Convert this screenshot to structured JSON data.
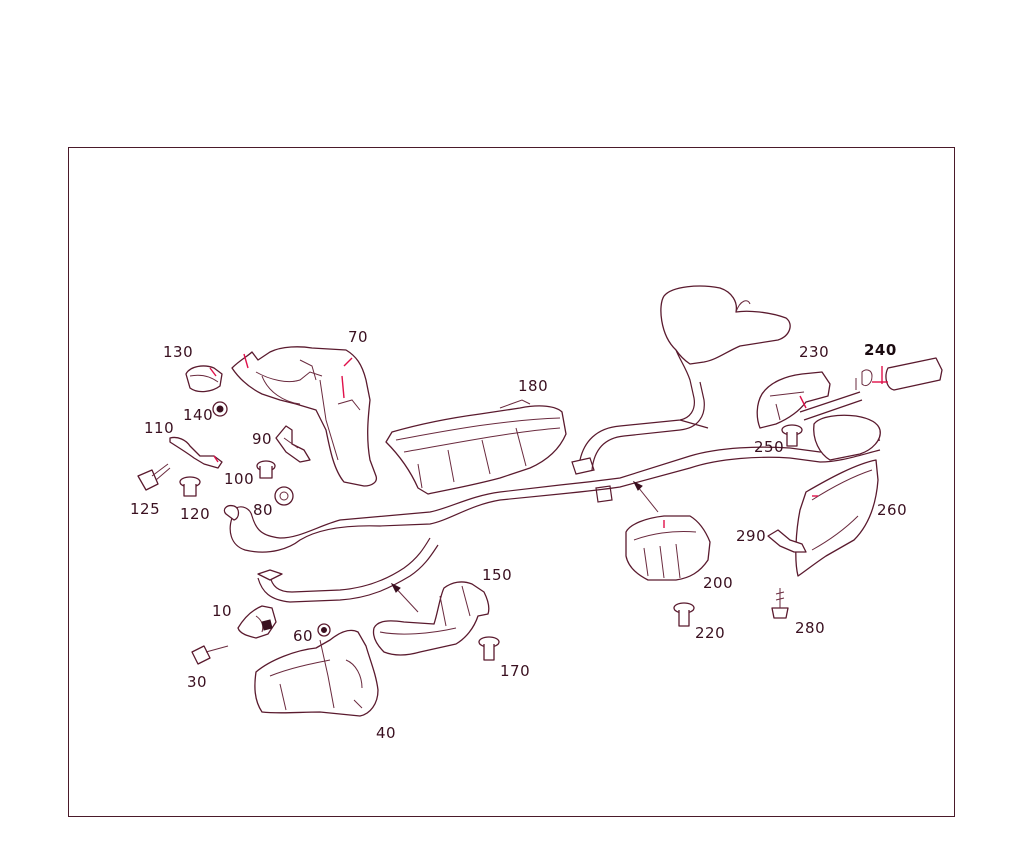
{
  "diagram": {
    "parts": [
      {
        "id": "10",
        "label": "10"
      },
      {
        "id": "30",
        "label": "30"
      },
      {
        "id": "40",
        "label": "40"
      },
      {
        "id": "60",
        "label": "60"
      },
      {
        "id": "70",
        "label": "70"
      },
      {
        "id": "80",
        "label": "80"
      },
      {
        "id": "90",
        "label": "90"
      },
      {
        "id": "100",
        "label": "100"
      },
      {
        "id": "110",
        "label": "110"
      },
      {
        "id": "120",
        "label": "120"
      },
      {
        "id": "125",
        "label": "125"
      },
      {
        "id": "130",
        "label": "130"
      },
      {
        "id": "140",
        "label": "140"
      },
      {
        "id": "150",
        "label": "150"
      },
      {
        "id": "170",
        "label": "170"
      },
      {
        "id": "180",
        "label": "180"
      },
      {
        "id": "200",
        "label": "200"
      },
      {
        "id": "220",
        "label": "220"
      },
      {
        "id": "230",
        "label": "230"
      },
      {
        "id": "240",
        "label": "240"
      },
      {
        "id": "250",
        "label": "250"
      },
      {
        "id": "260",
        "label": "260"
      },
      {
        "id": "280",
        "label": "280"
      },
      {
        "id": "290",
        "label": "290"
      }
    ],
    "colors": {
      "line": "#5a1a2e",
      "accent": "#e0104a",
      "frame": "#4a1a2a",
      "label": "#3a1020"
    }
  }
}
